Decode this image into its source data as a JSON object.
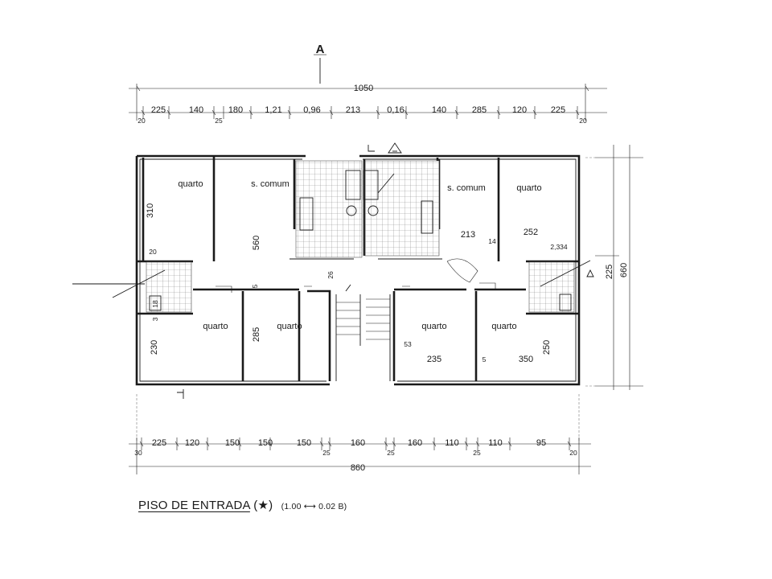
{
  "plan": {
    "section_marker": "A",
    "dims_top": {
      "overall": "1050",
      "segments": [
        "225",
        "140",
        "180",
        "1,21",
        "0,96",
        "213",
        "0,16",
        "140",
        "285",
        "120",
        "225"
      ],
      "small": [
        "20",
        "25",
        "20"
      ]
    },
    "dims_bottom": {
      "overall": "860",
      "segments": [
        "225",
        "120",
        "150",
        "150",
        "150",
        "160",
        "160",
        "110",
        "110",
        "95"
      ],
      "small": [
        "30",
        "25",
        "25",
        "25",
        "20"
      ]
    },
    "dims_right": {
      "overall": "660",
      "segment": "225"
    },
    "rooms": {
      "top_left": "quarto",
      "common_left": "s. comum",
      "common_right": "s. comum",
      "top_right": "quarto",
      "bottom_1": "quarto",
      "bottom_2": "quarto",
      "bottom_3": "quarto",
      "bottom_4": "quarto"
    },
    "interior_dims": {
      "d310": "310",
      "d20": "20",
      "d560": "560",
      "d5a": "5",
      "d18": "18",
      "d3": "3",
      "d230": "230",
      "d285": "285",
      "d213": "213",
      "d252": "252",
      "d14": "14",
      "d2334": "2,334",
      "d26": "26",
      "d235": "235",
      "d5b": "5",
      "d350": "350",
      "d250": "250",
      "d53": "53",
      "d225": "225",
      "d660": "660"
    }
  },
  "caption": {
    "title": "PISO DE ENTRADA",
    "star": "(★)",
    "scale": "(1.00 ⟷ 0.02 B)"
  }
}
